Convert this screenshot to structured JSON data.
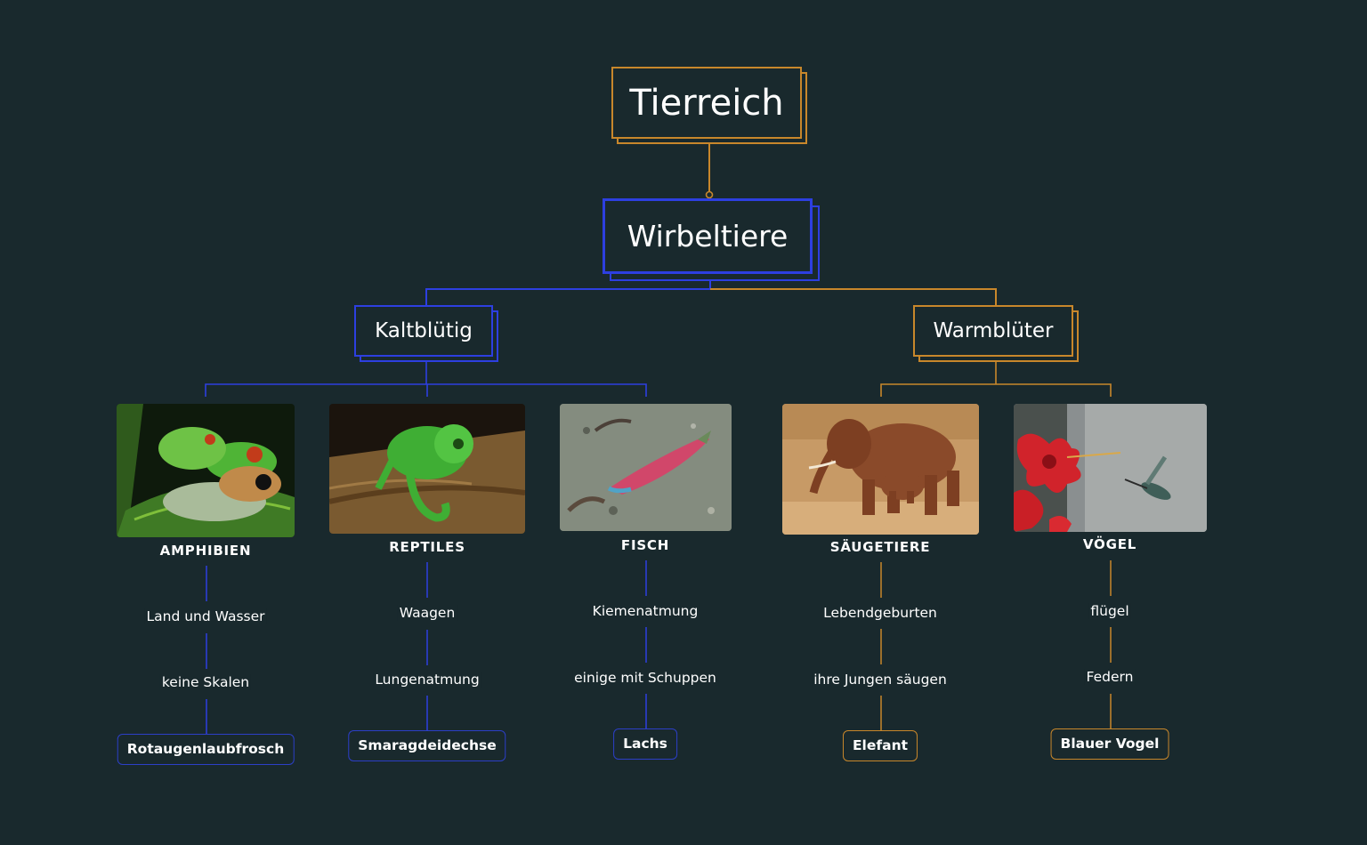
{
  "root": "Tierreich",
  "level1": "Wirbeltiere",
  "groups": [
    {
      "label": "Kaltblütig"
    },
    {
      "label": "Warmblüter"
    }
  ],
  "classes": [
    {
      "name": "AMPHIBIEN",
      "features": [
        "Land und Wasser",
        "keine Skalen"
      ],
      "example": "Rotaugenlaubfrosch",
      "image": "frog-photo"
    },
    {
      "name": "REPTILES",
      "features": [
        "Waagen",
        "Lungenatmung"
      ],
      "example": "Smaragdeidechse",
      "image": "chameleon-photo"
    },
    {
      "name": "FISCH",
      "features": [
        "Kiemenatmung",
        "einige mit Schuppen"
      ],
      "example": "Lachs",
      "image": "salmon-photo"
    },
    {
      "name": "SÄUGETIERE",
      "features": [
        "Lebendgeburten",
        "ihre Jungen säugen"
      ],
      "example": "Elefant",
      "image": "elephant-photo"
    },
    {
      "name": "VÖGEL",
      "features": [
        "flügel",
        "Federn"
      ],
      "example": "Blauer Vogel",
      "image": "hummingbird-photo"
    }
  ],
  "colors": {
    "background": "#19292d",
    "orange": "#c8872b",
    "blue": "#2d3fe0",
    "leaf_blue": "#2c3fc7"
  }
}
